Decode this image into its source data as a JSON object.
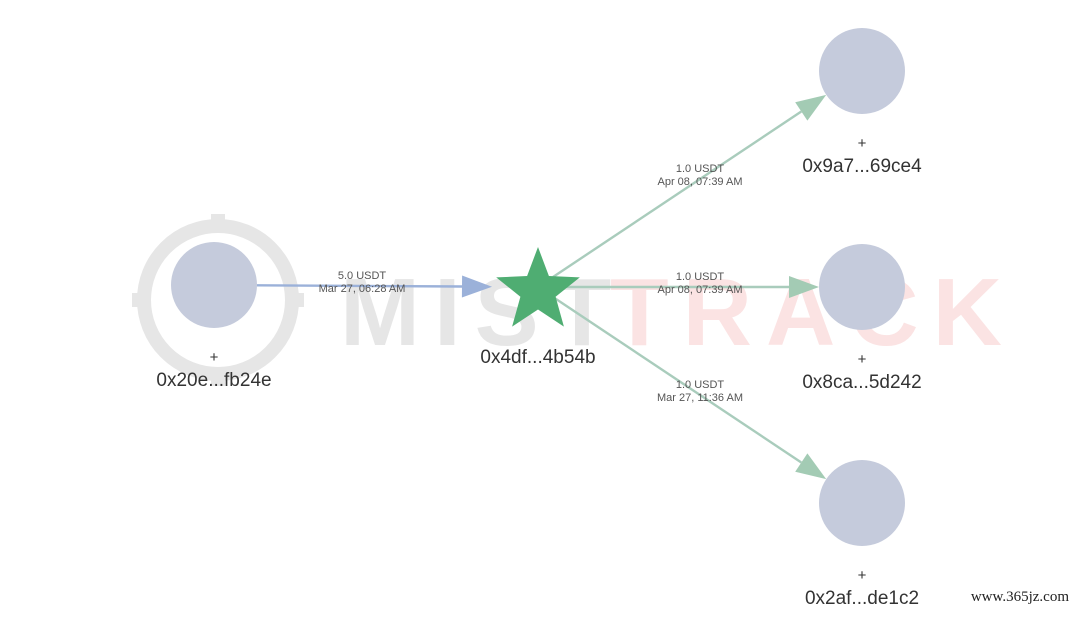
{
  "watermark": {
    "text_left": "MIST",
    "text_right": "TRACK",
    "color_left": "#e6e6e6",
    "color_right": "#fbe3e3"
  },
  "colors": {
    "node_fill": "#c5cbdc",
    "star_fill": "#4fad72",
    "incoming_edge": "#9bb1d9",
    "outgoing_edge": "#a9ccbc",
    "outgoing_arrow": "#a3cbb4"
  },
  "nodes": [
    {
      "id": "n_src",
      "shape": "circle",
      "icon": "circle-node",
      "label": "0x20e...fb24e",
      "plus": "+"
    },
    {
      "id": "n_center",
      "shape": "star",
      "icon": "star-node",
      "label": "0x4df...4b54b",
      "plus": ""
    },
    {
      "id": "n_t1",
      "shape": "circle",
      "icon": "circle-node",
      "label": "0x9a7...69ce4",
      "plus": "+"
    },
    {
      "id": "n_t2",
      "shape": "circle",
      "icon": "circle-node",
      "label": "0x8ca...5d242",
      "plus": "+"
    },
    {
      "id": "n_t3",
      "shape": "circle",
      "icon": "circle-node",
      "label": "0x2af...de1c2",
      "plus": "+"
    }
  ],
  "edges": [
    {
      "from": "n_src",
      "to": "n_center",
      "amount": "5.0 USDT",
      "time": "Mar 27, 06:28 AM"
    },
    {
      "from": "n_center",
      "to": "n_t1",
      "amount": "1.0 USDT",
      "time": "Apr 08, 07:39 AM"
    },
    {
      "from": "n_center",
      "to": "n_t2",
      "amount": "1.0 USDT",
      "time": "Apr 08, 07:39 AM"
    },
    {
      "from": "n_center",
      "to": "n_t3",
      "amount": "1.0 USDT",
      "time": "Mar 27, 11:36 AM"
    }
  ],
  "site_mark": "www.365jz.com"
}
